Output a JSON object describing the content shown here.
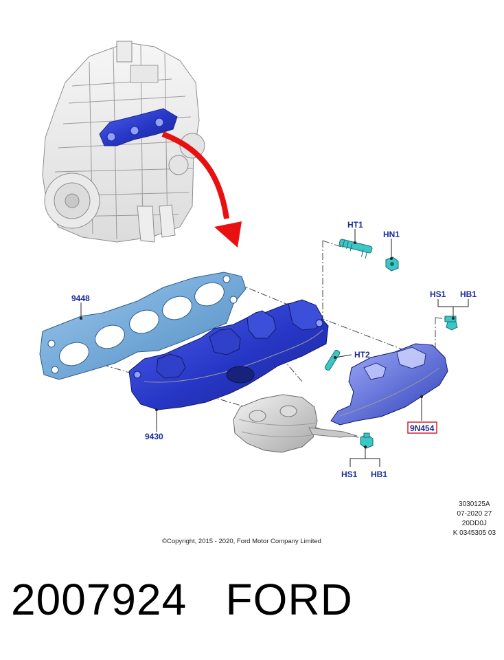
{
  "callouts": {
    "gasket": "9448",
    "manifold": "9430",
    "stud": "HT1",
    "nut": "HN1",
    "heat_shield_bolt_top": "HS1",
    "heat_bolt_top": "HB1",
    "stud_2": "HT2",
    "heat_shield_bolt_bottom": "HS1",
    "heat_bolt_bottom": "HB1",
    "heat_shield": "9N454"
  },
  "reference": {
    "line1": "3030125A",
    "line2": "07-2020 27",
    "line3": "20DD0J",
    "line4": "K 0345305 03"
  },
  "copyright": "©Copyright, 2015 - 2020, Ford Motor Company Limited",
  "part_number": "2007924",
  "brand": "FORD",
  "colors": {
    "callout_text": "#1a2a9c",
    "highlight_box": "#d8202a",
    "arrow": "#e81010",
    "manifold": "#2e3fd0",
    "gasket": "#6aa6d6",
    "hardware": "#3cc6c6"
  }
}
